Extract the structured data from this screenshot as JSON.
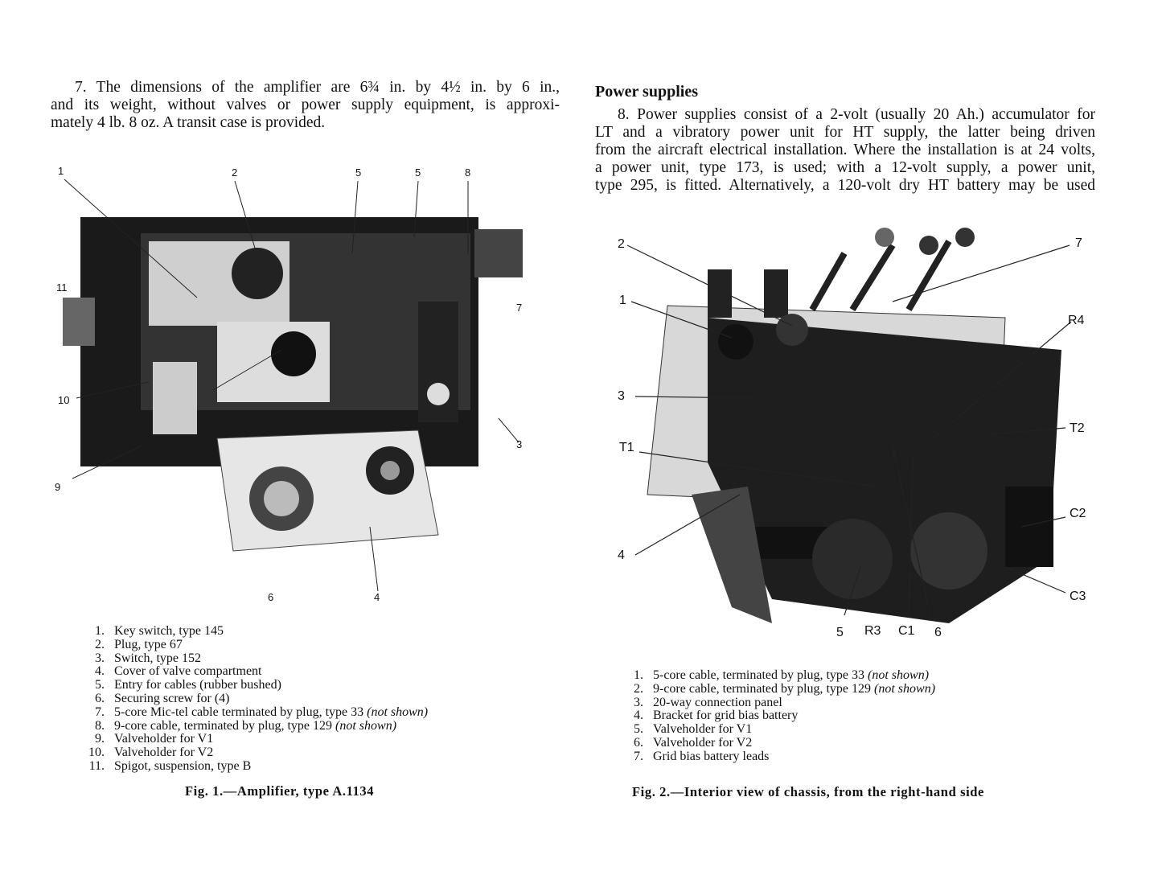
{
  "left": {
    "paragraph_lines": [
      "7.  The dimensions of the amplifier are 6¾ in. by 4½ in. by 6 in.,",
      "and its weight, without valves or power supply equipment, is approxi-",
      "mately 4 lb. 8 oz.  A transit case is provided."
    ],
    "figure_callouts": [
      "1",
      "2",
      "5",
      "5",
      "8",
      "11",
      "7",
      "10",
      "9",
      "3",
      "6",
      "4"
    ],
    "legend": [
      {
        "num": "1.",
        "text": "Key switch, type 145"
      },
      {
        "num": "2.",
        "text": "Plug, type 67"
      },
      {
        "num": "3.",
        "text": "Switch, type 152"
      },
      {
        "num": "4.",
        "text": "Cover of valve compartment"
      },
      {
        "num": "5.",
        "text": "Entry for cables (rubber bushed)"
      },
      {
        "num": "6.",
        "text": "Securing screw for (4)"
      },
      {
        "num": "7.",
        "text": "5-core Mic-tel cable terminated by plug, type 33",
        "note": "(not shown)"
      },
      {
        "num": "8.",
        "text": "9-core cable, terminated by plug, type 129",
        "note": "(not shown)"
      },
      {
        "num": "9.",
        "text": "Valveholder for V1"
      },
      {
        "num": "10.",
        "text": "Valveholder for V2"
      },
      {
        "num": "11.",
        "text": "Spigot, suspension, type B"
      }
    ],
    "caption": "Fig. 1.—Amplifier, type A.1134"
  },
  "right": {
    "heading": "Power supplies",
    "paragraph_lines": [
      "8.  Power supplies consist of a 2-volt (usually 20 Ah.) accumulator for",
      "LT and a vibratory power unit for HT supply, the latter being driven",
      "from the aircraft electrical installation.  Where the installation is at 24 volts,",
      "a power unit, type 173, is used; with a 12-volt supply, a power unit,",
      "type 295, is fitted.  Alternatively, a 120-volt dry HT battery may be used"
    ],
    "figure_callouts": [
      "2",
      "7",
      "1",
      "R4",
      "3",
      "T2",
      "T1",
      "C2",
      "4",
      "C3",
      "5",
      "R3",
      "C1",
      "6"
    ],
    "legend": [
      {
        "num": "1.",
        "text": "5-core cable, terminated by plug, type 33",
        "note": "(not shown)"
      },
      {
        "num": "2.",
        "text": "9-core cable, terminated by plug, type 129",
        "note": "(not shown)"
      },
      {
        "num": "3.",
        "text": "20-way connection panel"
      },
      {
        "num": "4.",
        "text": "Bracket for grid bias battery"
      },
      {
        "num": "5.",
        "text": "Valveholder for V1"
      },
      {
        "num": "6.",
        "text": "Valveholder for V2"
      },
      {
        "num": "7.",
        "text": "Grid bias battery leads"
      }
    ],
    "caption": "Fig. 2.—Interior view of chassis, from the right-hand side"
  }
}
